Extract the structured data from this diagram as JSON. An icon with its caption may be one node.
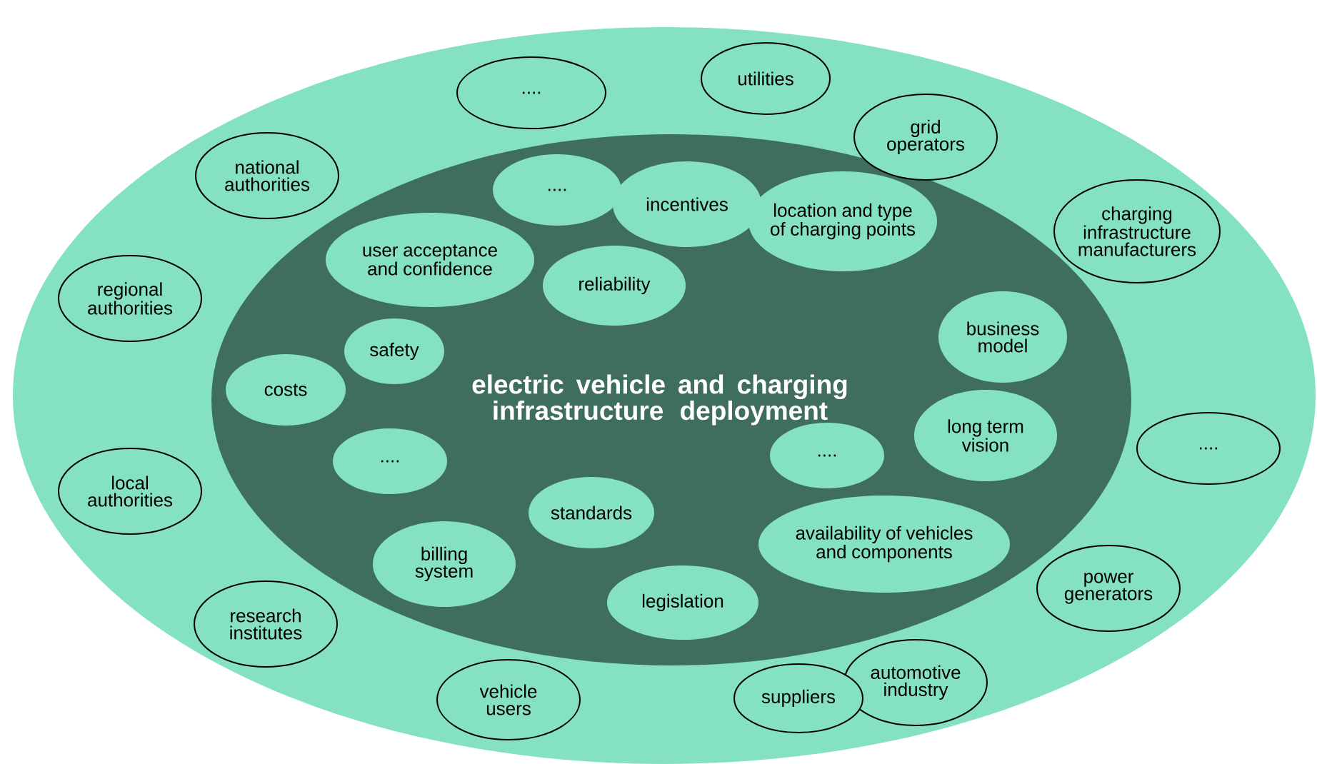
{
  "diagram": {
    "nodes": [
      {
        "text": [],
        "shape": "ellipse"
      },
      {
        "text": [
          "electric vehicle and charging infrastructure deployment"
        ],
        "in": 0
      },
      {
        "text": [
          "...."
        ],
        "in": 0
      },
      {
        "text": [
          "utilities"
        ],
        "in": 0
      },
      {
        "text": [
          "grid operators"
        ],
        "in": 0
      },
      {
        "text": [
          "national authorities"
        ],
        "in": 0
      },
      {
        "text": [
          "...."
        ],
        "in": 1
      },
      {
        "text": [
          "incentives"
        ],
        "in": 1
      },
      {
        "text": [
          "location and type of charging points"
        ],
        "in": 1
      },
      {
        "text": [
          "charging infrastructure manufacturers"
        ],
        "in": 0
      },
      {
        "text": [
          "user acceptance and confidence"
        ],
        "in": 1
      },
      {
        "text": [
          "reliability"
        ],
        "in": 1
      },
      {
        "text": [
          "regional authorities"
        ],
        "in": 0
      },
      {
        "text": [
          "business model"
        ],
        "in": 1
      },
      {
        "text": [
          "safety"
        ],
        "in": 1
      },
      {
        "text": [
          "costs"
        ],
        "in": 1
      },
      {
        "text": [
          "long term vision"
        ],
        "in": 1
      },
      {
        "text": [
          "...."
        ],
        "in": 1
      },
      {
        "text": [
          "...."
        ],
        "in": 1
      },
      {
        "text": [
          "...."
        ],
        "in": 0
      },
      {
        "text": [
          "local authorities"
        ],
        "in": 0
      },
      {
        "text": [
          "standards"
        ],
        "in": 1
      },
      {
        "text": [
          "availability of vehicles and components"
        ],
        "in": 1
      },
      {
        "text": [
          "billing system"
        ],
        "in": 1
      },
      {
        "text": [
          "legislation"
        ],
        "in": 1
      },
      {
        "text": [
          "power generators"
        ],
        "in": 0
      },
      {
        "text": [
          "research institutes"
        ],
        "in": 0
      },
      {
        "text": [
          "automotive industry"
        ],
        "in": 0
      },
      {
        "text": [
          "suppliers"
        ],
        "in": 0
      },
      {
        "text": [
          "vehicle users"
        ],
        "in": 0
      }
    ]
  }
}
